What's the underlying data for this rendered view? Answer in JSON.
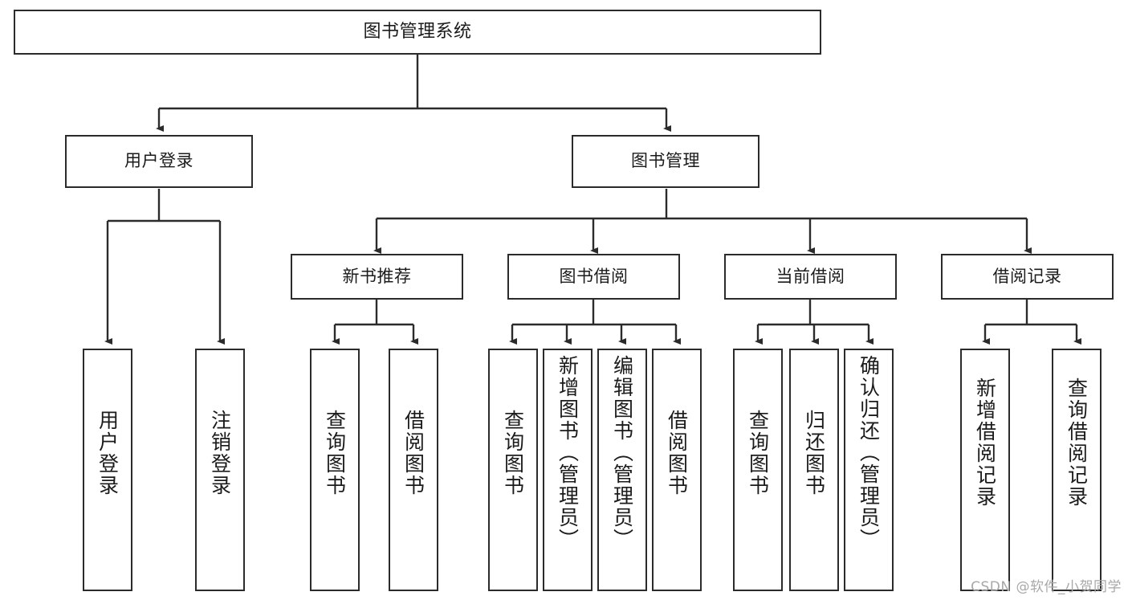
{
  "diagram": {
    "title": "图书管理系统",
    "type": "tree-hierarchy",
    "root": {
      "id": "root",
      "label": "图书管理系统"
    },
    "level2": [
      {
        "id": "user-login",
        "label": "用户登录"
      },
      {
        "id": "book-manage",
        "label": "图书管理"
      }
    ],
    "level3": [
      {
        "id": "new-book-rec",
        "label": "新书推荐"
      },
      {
        "id": "book-borrow",
        "label": "图书借阅"
      },
      {
        "id": "current-borrow",
        "label": "当前借阅"
      },
      {
        "id": "borrow-record",
        "label": "借阅记录"
      }
    ],
    "leaves": {
      "user_login": [
        {
          "id": "leaf-user-login",
          "label": "用户登录"
        },
        {
          "id": "leaf-logout-login",
          "label": "注销登录"
        }
      ],
      "new_book_rec": [
        {
          "id": "leaf-query-book-1",
          "label": "查询图书"
        },
        {
          "id": "leaf-borrow-book-1",
          "label": "借阅图书"
        }
      ],
      "book_borrow": [
        {
          "id": "leaf-query-book-2",
          "label": "查询图书"
        },
        {
          "id": "leaf-add-book",
          "label": "新增图书（管理员）"
        },
        {
          "id": "leaf-edit-book",
          "label": "编辑图书（管理员）"
        },
        {
          "id": "leaf-borrow-book-2",
          "label": "借阅图书"
        }
      ],
      "current_borrow": [
        {
          "id": "leaf-query-book-3",
          "label": "查询图书"
        },
        {
          "id": "leaf-return-book",
          "label": "归还图书"
        },
        {
          "id": "leaf-confirm-return",
          "label": "确认归还（管理员）"
        }
      ],
      "borrow_record": [
        {
          "id": "leaf-add-record",
          "label": "新增借阅记录"
        },
        {
          "id": "leaf-query-record",
          "label": "查询借阅记录"
        }
      ]
    }
  },
  "watermark": {
    "text": "CSDN @软件_小贺同学"
  },
  "colors": {
    "stroke": "#2b2b2b",
    "fill": "#ffffff",
    "text": "#1b1b1b",
    "watermark": "#a8a8a8"
  }
}
